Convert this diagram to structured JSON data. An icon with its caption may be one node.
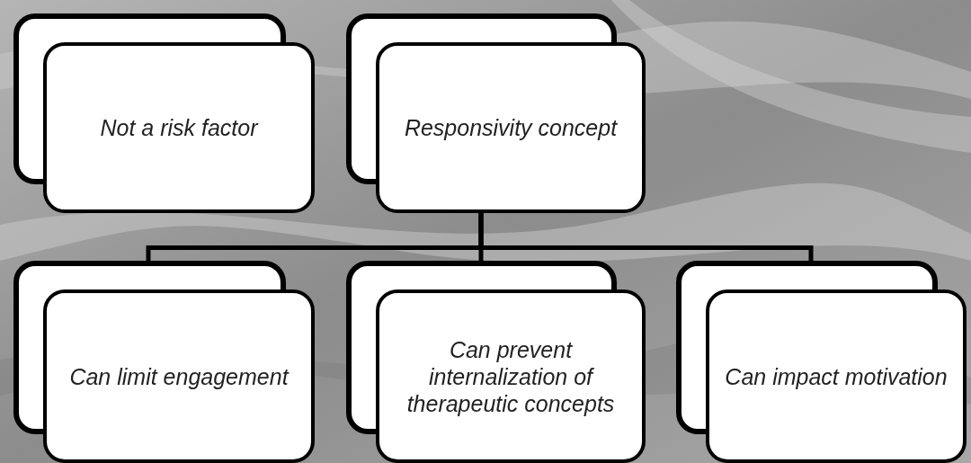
{
  "diagram": {
    "nodes": [
      {
        "text": [
          "Not a risk factor"
        ]
      },
      {
        "text": [
          "Responsivity concept"
        ]
      },
      {
        "text": [
          "Can limit engagement"
        ]
      },
      {
        "text": [
          "Can prevent internalization of therapeutic concepts"
        ]
      },
      {
        "text": [
          "Can impact motivation"
        ]
      }
    ],
    "edges": [
      {
        "from": 1,
        "to": 2,
        "arrow": "none"
      },
      {
        "from": 1,
        "to": 3,
        "arrow": "none"
      },
      {
        "from": 1,
        "to": 4,
        "arrow": "none"
      }
    ]
  }
}
